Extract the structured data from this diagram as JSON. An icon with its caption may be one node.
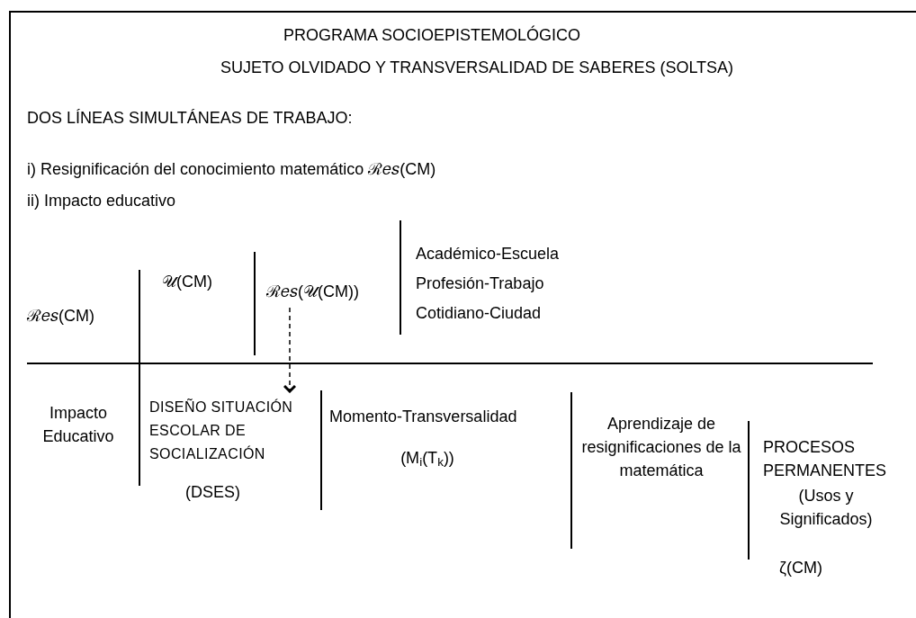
{
  "diagram": {
    "title": "PROGRAMA SOCIOEPISTEMOLÓGICO",
    "nodes": [
      {
        "text": [
          "ℛ𝑒𝑠(𝒰(CM))"
        ]
      },
      {
        "text": [
          "DISEÑO SITUACIÓN ESCOLAR DE SOCIALIZACIÓN",
          "(DSES)"
        ]
      }
    ],
    "edges": [
      {
        "from": 0,
        "to": 1,
        "arrow": "to",
        "style": "dashed"
      }
    ],
    "labels": [
      "SUJETO OLVIDADO Y TRANSVERSALIDAD DE SABERES (SOLTSA)",
      "DOS LÍNEAS SIMULTÁNEAS DE TRABAJO:",
      "i) Resignificación del conocimiento matemático ℛ𝑒𝑠(CM)",
      "ii) Impacto educativo",
      "ℛ𝑒𝑠(CM)",
      "𝒰(CM)",
      "Académico-Escuela",
      "Profesión-Trabajo",
      "Cotidiano-Ciudad",
      "Impacto Educativo",
      "Momento-Transversalidad",
      "(M$_{i}$(T$_{k}$))",
      "Aprendizaje de resignificaciones de la matemática",
      "PROCESOS PERMANENTES",
      "(Usos y Significados)",
      "ζ(CM)"
    ]
  }
}
